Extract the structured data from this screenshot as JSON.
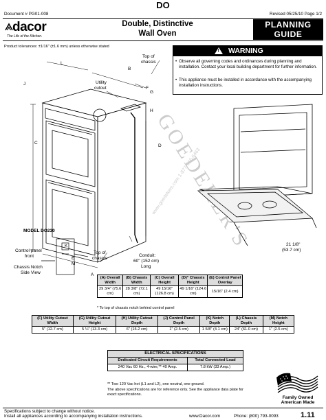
{
  "top_title": "DO",
  "doc_number": "Document # PG01-008",
  "revised": "Revised 05/25/10  Page 1/2",
  "logo": {
    "word": "dacor",
    "tagline": "The Life of the Kitchen."
  },
  "title_lines": [
    "Double, Distinctive",
    "Wall Oven"
  ],
  "guide_lines": [
    "PLANNING",
    "GUIDE"
  ],
  "tolerance": "Product tolerances: ±1/16\" (±1.6 mm) unless otherwise stated",
  "warning": {
    "title": "WARNING",
    "items": [
      "Observe all governing codes and ordinances during planning and installation. Contact your local building department for further information.",
      "This appliance must be installed in accordance with the accompanying installation instructions."
    ]
  },
  "drawing": {
    "letters": [
      "A",
      "B",
      "C",
      "D",
      "E",
      "F",
      "G",
      "H",
      "J",
      "K",
      "L",
      "M"
    ],
    "label_top_chassis": [
      "Top of",
      "chassis"
    ],
    "label_utility": [
      "Utility",
      "cutout"
    ],
    "label_conduit": [
      "Conduit:",
      "60\" (152 cm)",
      "Long"
    ],
    "label_dim_depth": [
      "21 1/8\"",
      "(53.7 cm)"
    ],
    "label_control_panel": [
      "Control panel",
      "front"
    ],
    "label_chassis_notch": [
      "Chassis Notch",
      "Side View"
    ],
    "label_top_chassis2": [
      "Top of",
      "chassis"
    ],
    "model_label": "MODEL DO230"
  },
  "watermark": "GOEDEKER'S",
  "watermark_small": "www.goedekers.com  1-877-966-6463",
  "table1": {
    "headers": [
      "(A) Overall Width",
      "(B) Chassis Width",
      "(C) Overall Height",
      "(D)* Chassis Height",
      "(E) Control Panel Overlay"
    ],
    "row": [
      "29 3/4\" (75.6 cm)",
      "28 3/8\" (72.1 cm)",
      "49 15/16\" (126.8 cm)",
      "49 1/16\" (124.6 cm)",
      "15/16\" (2.4 cm)"
    ],
    "note": "* To top of chassis notch behind control panel"
  },
  "table2": {
    "headers": [
      "(F) Utility Cutout Width",
      "(G) Utility Cutout Height",
      "(H) Utility Cutout Depth",
      "(J) Control Panel Depth",
      "(K) Notch Depth",
      "(L) Chassis Depth",
      "(M) Notch Height"
    ],
    "row": [
      "5\" (12.7 cm)",
      "5 ¼\" (13.3 cm)",
      "6\" (15.2 cm)",
      "1\" (2.5 cm)",
      "1 5/8\" (4.1 cm)",
      "24\" (61.0 cm)",
      "1\" (2.5 cm)"
    ]
  },
  "table3": {
    "caption": "ELECTRICAL SPECIFICATIONS",
    "headers": [
      "Dedicated Circuit Requirements",
      "Total Connected Load"
    ],
    "row": [
      "240 Vac 60 Hz., 4-wire,** 40 Amp.",
      "7.8 kW (33 Amp.)"
    ],
    "note1": "** Two 120 Vac hot (L1 and L2), one neutral, one ground.",
    "note2": "The above specifications are for reference only. See the appliance data plate for exact specifications."
  },
  "family_owned": [
    "Family Owned",
    "American Made"
  ],
  "footer": {
    "left_line1": "Specifications subject to change without notice.",
    "left_line2": "Install all appliances according to accompanying installation instructions.",
    "web": "www.Dacor.com",
    "phone": "Phone: (800) 793-0093",
    "page": "1.11"
  }
}
